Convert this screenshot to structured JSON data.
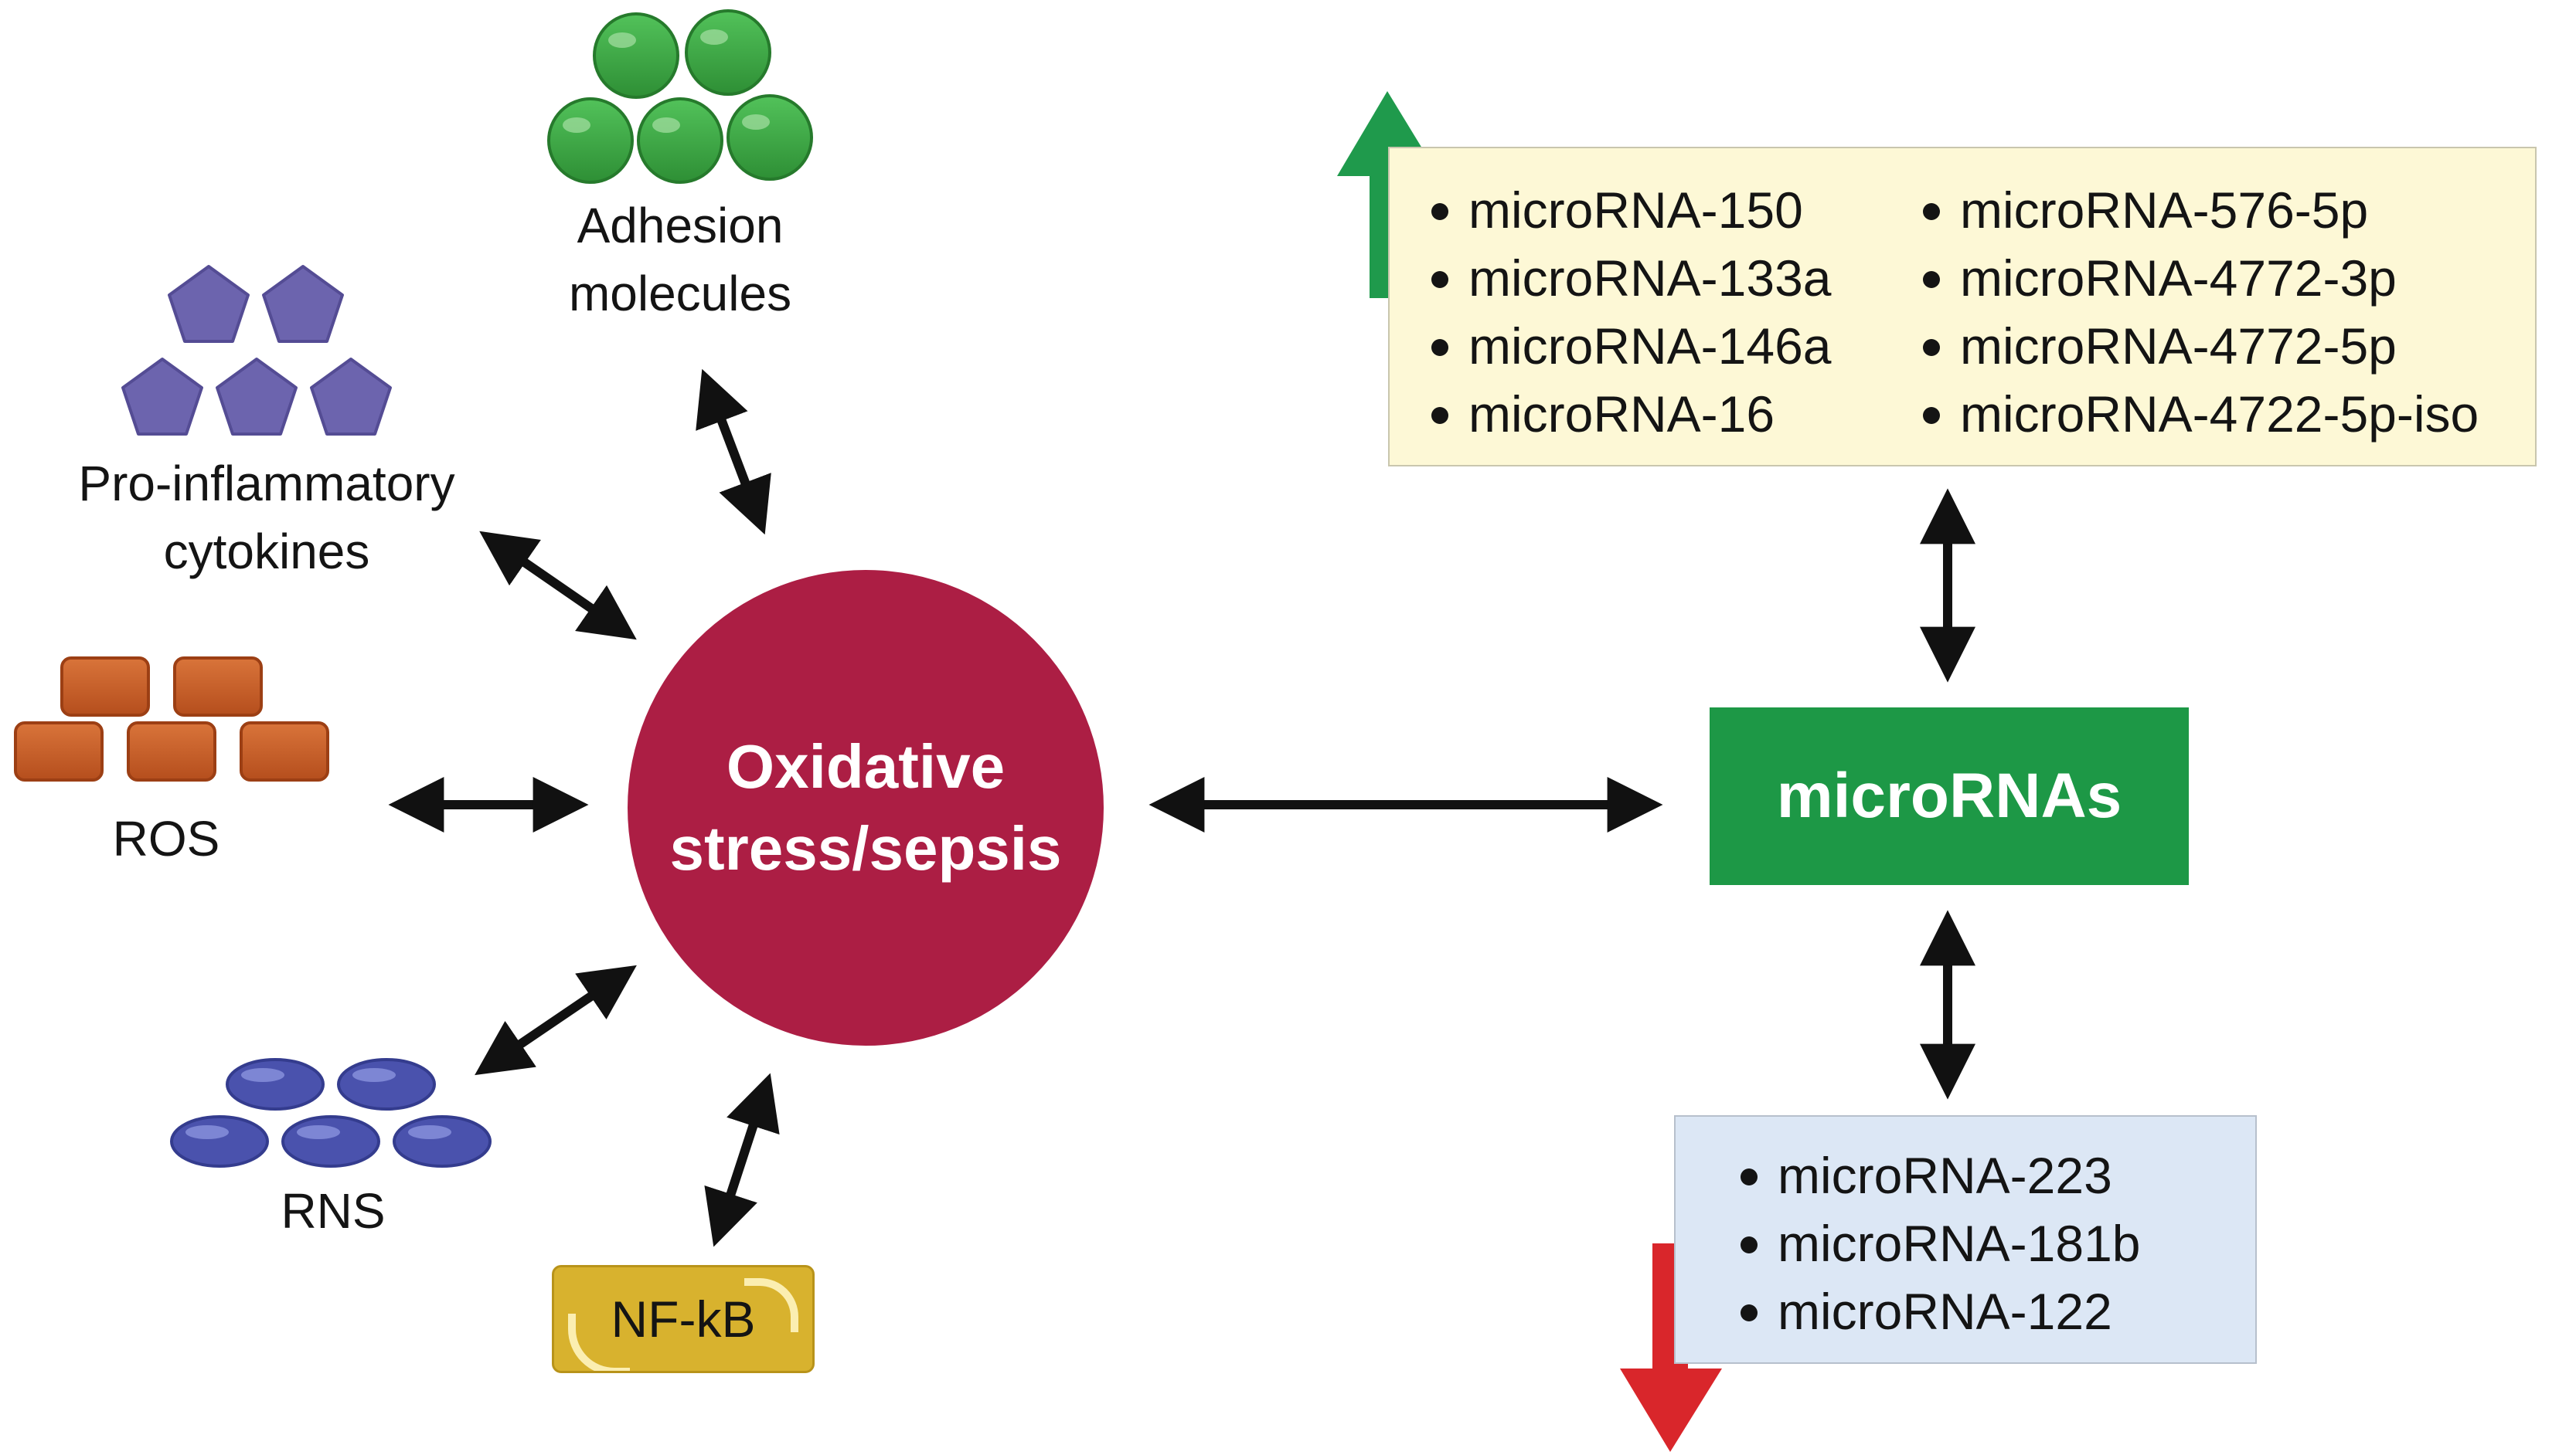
{
  "center": {
    "label": "Oxidative\nstress/sepsis",
    "color": "#ac1e44"
  },
  "hub": {
    "label": "microRNAs",
    "color": "#1d9846"
  },
  "factors": {
    "adhesion": {
      "label": "Adhesion\nmolecules",
      "color": "#3aa33c"
    },
    "cytokines": {
      "label": "Pro-inflammatory\ncytokines",
      "color": "#6c64ae"
    },
    "ros": {
      "label": "ROS",
      "color": "#c55a24"
    },
    "rns": {
      "label": "RNS",
      "color": "#4a52ad"
    },
    "nfkb": {
      "label": "NF-kB",
      "color": "#d8b22e"
    }
  },
  "upregulated": {
    "arrow_color": "#1f9a4c",
    "box_color": "#fdf8d6",
    "col_a": [
      "microRNA-150",
      "microRNA-133a",
      "microRNA-146a",
      "microRNA-16"
    ],
    "col_b": [
      "microRNA-576-5p",
      "microRNA-4772-3p",
      "microRNA-4772-5p",
      "microRNA-4722-5p-iso"
    ]
  },
  "downregulated": {
    "arrow_color": "#d9262b",
    "box_color": "#dce7f5",
    "items": [
      "microRNA-223",
      "microRNA-181b",
      "microRNA-122"
    ]
  }
}
